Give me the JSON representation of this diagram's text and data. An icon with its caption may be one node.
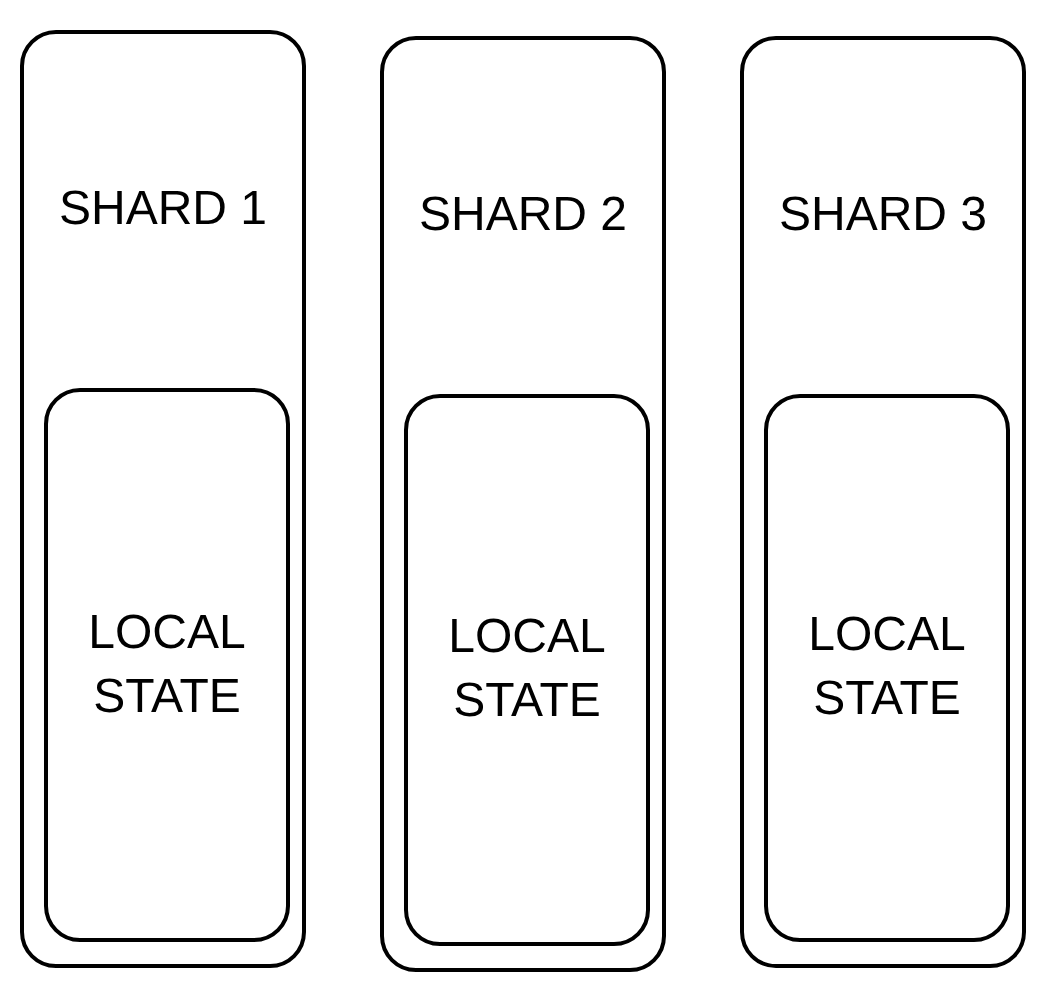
{
  "diagram": {
    "nodes": [
      {
        "text": [
          "SHARD 1"
        ]
      },
      {
        "text": [
          "LOCAL STATE"
        ],
        "in": 0
      },
      {
        "text": [
          "SHARD 2"
        ]
      },
      {
        "text": [
          "LOCAL STATE"
        ],
        "in": 2
      },
      {
        "text": [
          "SHARD 3"
        ]
      },
      {
        "text": [
          "LOCAL STATE"
        ],
        "in": 4
      }
    ]
  }
}
